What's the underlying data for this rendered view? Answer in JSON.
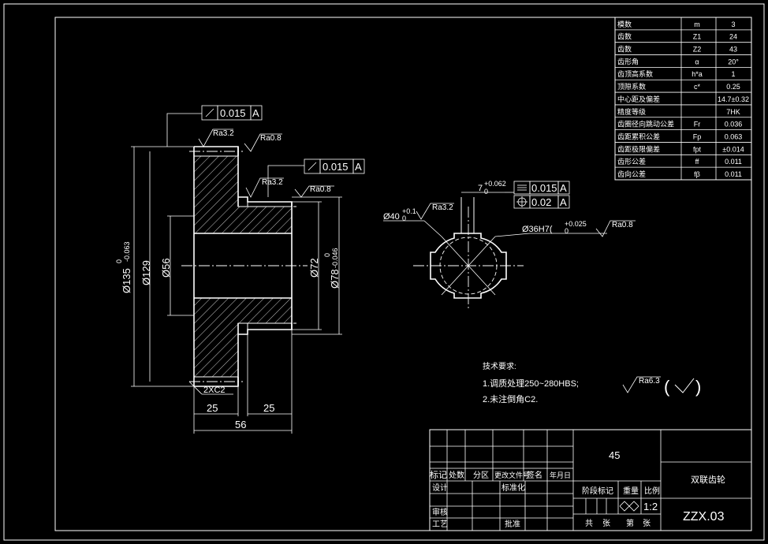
{
  "dims": {
    "d135": "Ø135",
    "d135_tol_up": "0",
    "d135_tol_dn": "-0.063",
    "d129": "Ø129",
    "d56": "Ø56",
    "d72": "Ø72",
    "d78": "Ø78",
    "d78_tol_up": "0",
    "d78_tol_dn": "-0.046",
    "w25a": "25",
    "w25b": "25",
    "w56": "56",
    "chamfer": "2XC2",
    "d40": "Ø40",
    "d40_tol_up": "+0.1",
    "d40_tol_dn": "0",
    "d36": "Ø36H7(",
    "d36_tol_up": "+0.025",
    "d36_tol_dn": "0",
    "key7": "7",
    "key7_tol_up": "+0.062",
    "key7_tol_dn": "0"
  },
  "tolerances": {
    "runout1_value": "0.015",
    "runout1_datum": "A",
    "runout2_value": "0.015",
    "runout2_datum": "A",
    "sym_value": "0.015",
    "sym_datum": "A",
    "pos_value": "0.02",
    "pos_datum": "A"
  },
  "roughness": {
    "r1": "Ra3.2",
    "r2": "Ra0.8",
    "r3": "Ra3.2",
    "r4": "Ra0.8",
    "r5": "Ra3.2",
    "r6": "Ra0.8",
    "r_general": "Ra6.3",
    "r_general_paren_open": "(",
    "r_general_paren_close": ")"
  },
  "tech_requirements": {
    "title": "技术要求:",
    "line1": "1.调质处理250~280HBS;",
    "line2": "2.未注倒角C2."
  },
  "params_table": {
    "rows": [
      {
        "label": "模数",
        "symbol": "m",
        "value": "3"
      },
      {
        "label": "齿数",
        "symbol": "Z1",
        "value": "24"
      },
      {
        "label": "齿数",
        "symbol": "Z2",
        "value": "43"
      },
      {
        "label": "齿形角",
        "symbol": "α",
        "value": "20°"
      },
      {
        "label": "齿顶高系数",
        "symbol": "h*a",
        "value": "1"
      },
      {
        "label": "顶隙系数",
        "symbol": "c*",
        "value": "0.25"
      },
      {
        "label": "中心距及偏差",
        "symbol": "",
        "value": "14.7±0.32"
      },
      {
        "label": "精度等级",
        "symbol": "",
        "value": "7HK"
      },
      {
        "label": "齿圈径向跳动公差",
        "symbol": "Fr",
        "value": "0.036"
      },
      {
        "label": "齿距累积公差",
        "symbol": "Fp",
        "value": "0.063"
      },
      {
        "label": "齿距极限偏差",
        "symbol": "fpt",
        "value": "±0.014"
      },
      {
        "label": "齿形公差",
        "symbol": "ff",
        "value": "0.011"
      },
      {
        "label": "齿向公差",
        "symbol": "fβ",
        "value": "0.011"
      }
    ]
  },
  "title_block": {
    "material": "45",
    "part_name": "双联齿轮",
    "drawing_no": "ZZX.03",
    "scale": "1:2",
    "h_mark": "标记",
    "h_count": "处数",
    "h_zone": "分区",
    "h_doc": "更改文件号",
    "h_sign": "签名",
    "h_date": "年月日",
    "design": "设计",
    "standard": "标准化",
    "stage": "阶段标记",
    "weight": "重量",
    "ratio": "比例",
    "review": "审核",
    "process": "工艺",
    "approve": "批准",
    "total": "共",
    "sheets": "张",
    "num": "第",
    "page": "张"
  }
}
